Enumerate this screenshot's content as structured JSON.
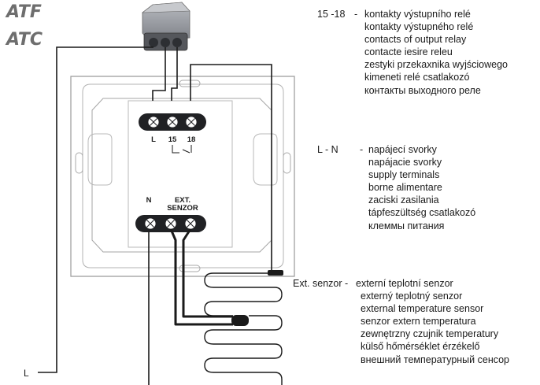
{
  "models": [
    "ATF",
    "ATC"
  ],
  "terminal_labels": {
    "top": [
      "L",
      "15",
      "18"
    ],
    "bottom": [
      "N",
      "EXT.",
      "SENZOR"
    ]
  },
  "wire_label_L": "L",
  "legend": [
    {
      "key": "15 -18",
      "lines": [
        "kontakty výstupního relé",
        "kontakty výstupného relé",
        "contacts of output relay",
        "contacte iesire releu",
        "zestyki przekaxnika wyjściowego",
        "kimeneti relé csatlakozó",
        "контакты выходного реле"
      ]
    },
    {
      "key": "L - N",
      "lines": [
        "napájecí svorky",
        "napájacie svorky",
        "supply terminals",
        "borne alimentare",
        "zaciski zasilania",
        "tápfeszültség csatlakozó",
        "клеммы питания"
      ]
    },
    {
      "key": "Ext. senzor -",
      "lines": [
        "externí teplotní senzor",
        "externý teplotný senzor",
        "external temperature sensor",
        "senzor extern temperatura",
        "zewnętrzny czujnik temperatury",
        "külső hőmérséklet érzékelő",
        "внешний температурный сенсор"
      ]
    }
  ]
}
